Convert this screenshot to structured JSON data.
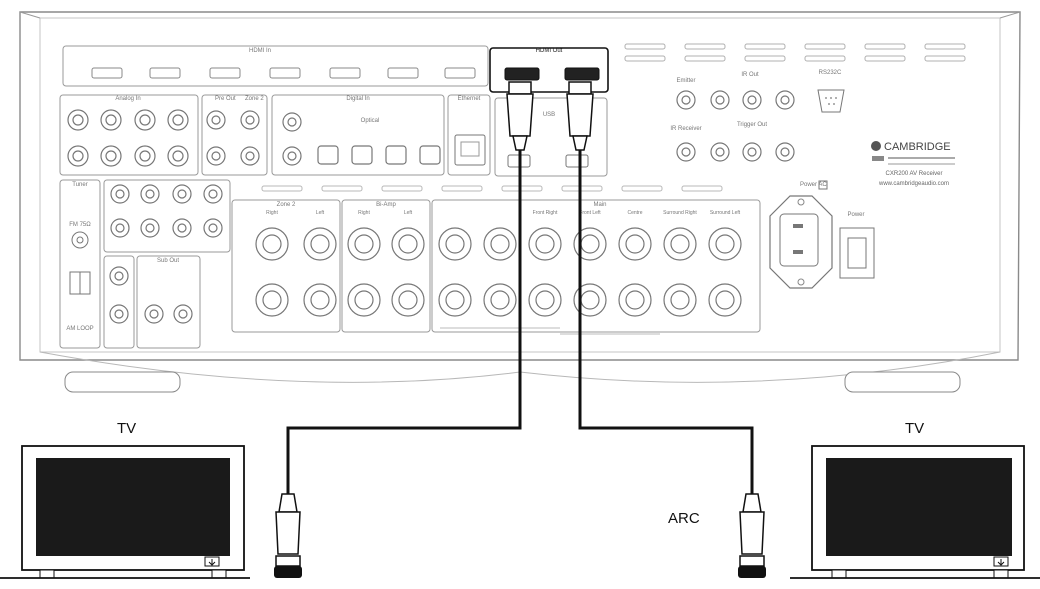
{
  "labels": {
    "tv_left": "TV",
    "tv_right": "TV",
    "arc": "ARC"
  },
  "panel": {
    "hdmi_in": "HDMI In",
    "hdmi_out": "HDMI Out",
    "analog_in": "Analog In",
    "pre_out": "Pre Out",
    "zone2": "Zone 2",
    "digital_in": "Digital In",
    "optical": "Optical",
    "ethernet": "Ethernet",
    "usb": "USB",
    "ir_emitter": "Emitter",
    "ir_out": "IR Out",
    "rs232": "RS232C",
    "ir_receiver": "IR Receiver",
    "trigger_out": "Trigger Out",
    "tuner": "Tuner",
    "fm": "FM 75Ω",
    "am": "AM LOOP",
    "sub_out": "Sub Out",
    "spk_zone2": "Zone 2",
    "spk_biamp": "Bi-Amp",
    "spk_main": "Main",
    "right": "Right",
    "left": "Left",
    "front_right": "Front Right",
    "front_left": "Front Left",
    "centre": "Centre",
    "surround_right": "Surround Right",
    "surround_left": "Surround Left",
    "power_ac": "Power AC",
    "power": "Power",
    "brand": "CAMBRIDGE",
    "model": "CXR200 AV Receiver",
    "website": "www.cambridgeaudio.com"
  },
  "colors": {
    "outline": "#8a8a8a",
    "cable": "#111111",
    "screen": "#1a1a1a"
  }
}
